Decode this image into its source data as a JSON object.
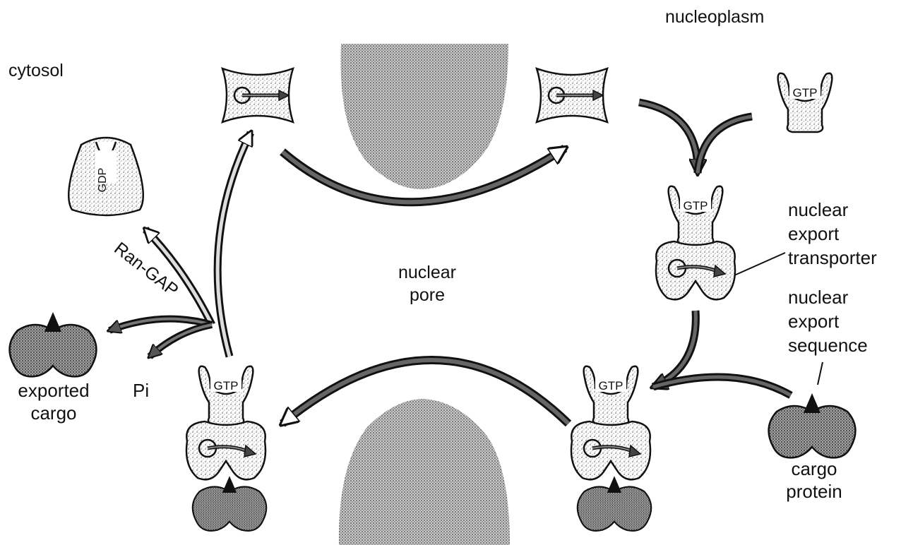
{
  "colors": {
    "ink": "#111111",
    "stipple_dark": "#6a6a6a",
    "stipple_light": "#d0d0d0",
    "cargo_fill": "#7a7a7a",
    "paper": "#ffffff"
  },
  "diagram": {
    "compartments": {
      "cytosol": "cytosol",
      "nucleoplasm": "nucleoplasm"
    },
    "pore_label": [
      "nuclear",
      "pore"
    ],
    "transporter_label": [
      "nuclear",
      "export",
      "transporter"
    ],
    "export_sequence_label": [
      "nuclear",
      "export",
      "sequence"
    ],
    "cargo_protein_label": [
      "cargo",
      "protein"
    ],
    "exported_cargo_label": [
      "exported",
      "cargo"
    ],
    "ran_gap_label": "Ran-GAP",
    "pi_label": "Pi",
    "gtp_tag": "GTP",
    "gdp_tag": "GDP"
  }
}
